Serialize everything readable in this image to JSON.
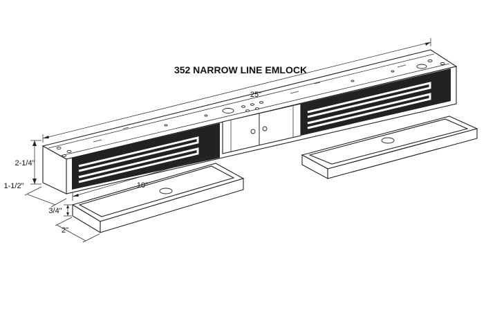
{
  "title": "352 NARROW LINE EMLOCK",
  "dimensions": {
    "length_overall": "25\"",
    "height": "2-1/4\"",
    "depth": "1-1/2\"",
    "plate_length": "10\"",
    "plate_thickness": "3/4\"",
    "plate_width": "2\""
  },
  "colors": {
    "line": "#222222",
    "coil": "#222222",
    "background": "#ffffff"
  }
}
